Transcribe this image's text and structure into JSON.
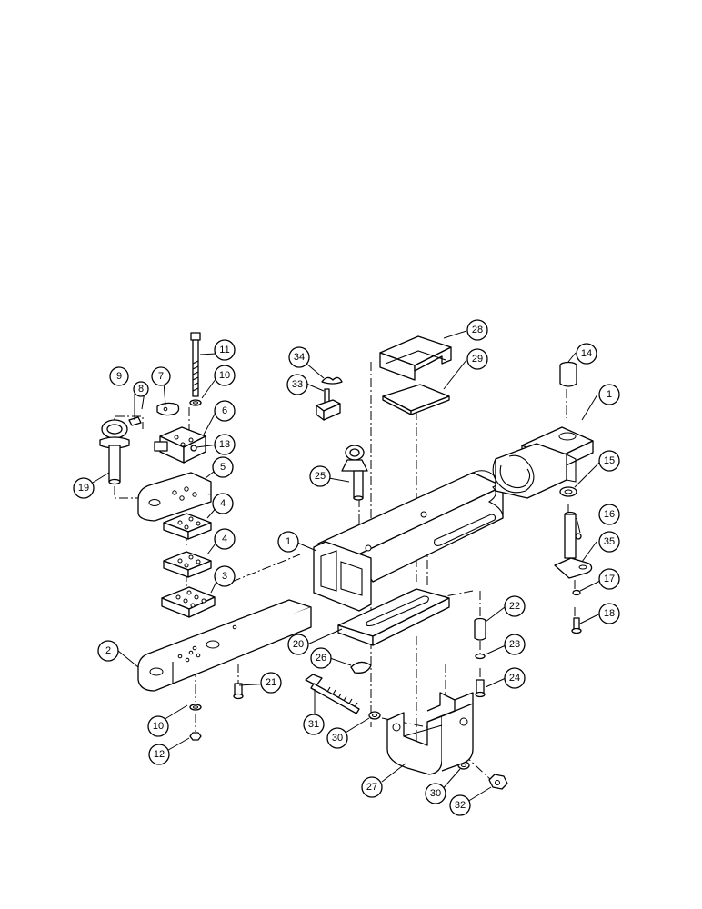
{
  "diagram": {
    "callouts": [
      {
        "id": "c-1a",
        "label": "1"
      },
      {
        "id": "c-1b",
        "label": "1"
      },
      {
        "id": "c-2",
        "label": "2"
      },
      {
        "id": "c-3",
        "label": "3"
      },
      {
        "id": "c-4a",
        "label": "4"
      },
      {
        "id": "c-4b",
        "label": "4"
      },
      {
        "id": "c-5",
        "label": "5"
      },
      {
        "id": "c-6",
        "label": "6"
      },
      {
        "id": "c-7",
        "label": "7"
      },
      {
        "id": "c-8",
        "label": "8"
      },
      {
        "id": "c-9",
        "label": "9"
      },
      {
        "id": "c-10a",
        "label": "10"
      },
      {
        "id": "c-10b",
        "label": "10"
      },
      {
        "id": "c-11",
        "label": "11"
      },
      {
        "id": "c-12",
        "label": "12"
      },
      {
        "id": "c-13",
        "label": "13"
      },
      {
        "id": "c-14",
        "label": "14"
      },
      {
        "id": "c-15",
        "label": "15"
      },
      {
        "id": "c-16",
        "label": "16"
      },
      {
        "id": "c-17",
        "label": "17"
      },
      {
        "id": "c-18",
        "label": "18"
      },
      {
        "id": "c-19",
        "label": "19"
      },
      {
        "id": "c-20",
        "label": "20"
      },
      {
        "id": "c-21",
        "label": "21"
      },
      {
        "id": "c-22",
        "label": "22"
      },
      {
        "id": "c-23",
        "label": "23"
      },
      {
        "id": "c-24",
        "label": "24"
      },
      {
        "id": "c-25",
        "label": "25"
      },
      {
        "id": "c-26",
        "label": "26"
      },
      {
        "id": "c-27",
        "label": "27"
      },
      {
        "id": "c-28",
        "label": "28"
      },
      {
        "id": "c-29",
        "label": "29"
      },
      {
        "id": "c-30a",
        "label": "30"
      },
      {
        "id": "c-30b",
        "label": "30"
      },
      {
        "id": "c-31",
        "label": "31"
      },
      {
        "id": "c-32",
        "label": "32"
      },
      {
        "id": "c-33",
        "label": "33"
      },
      {
        "id": "c-34",
        "label": "34"
      },
      {
        "id": "c-35",
        "label": "35"
      }
    ]
  }
}
